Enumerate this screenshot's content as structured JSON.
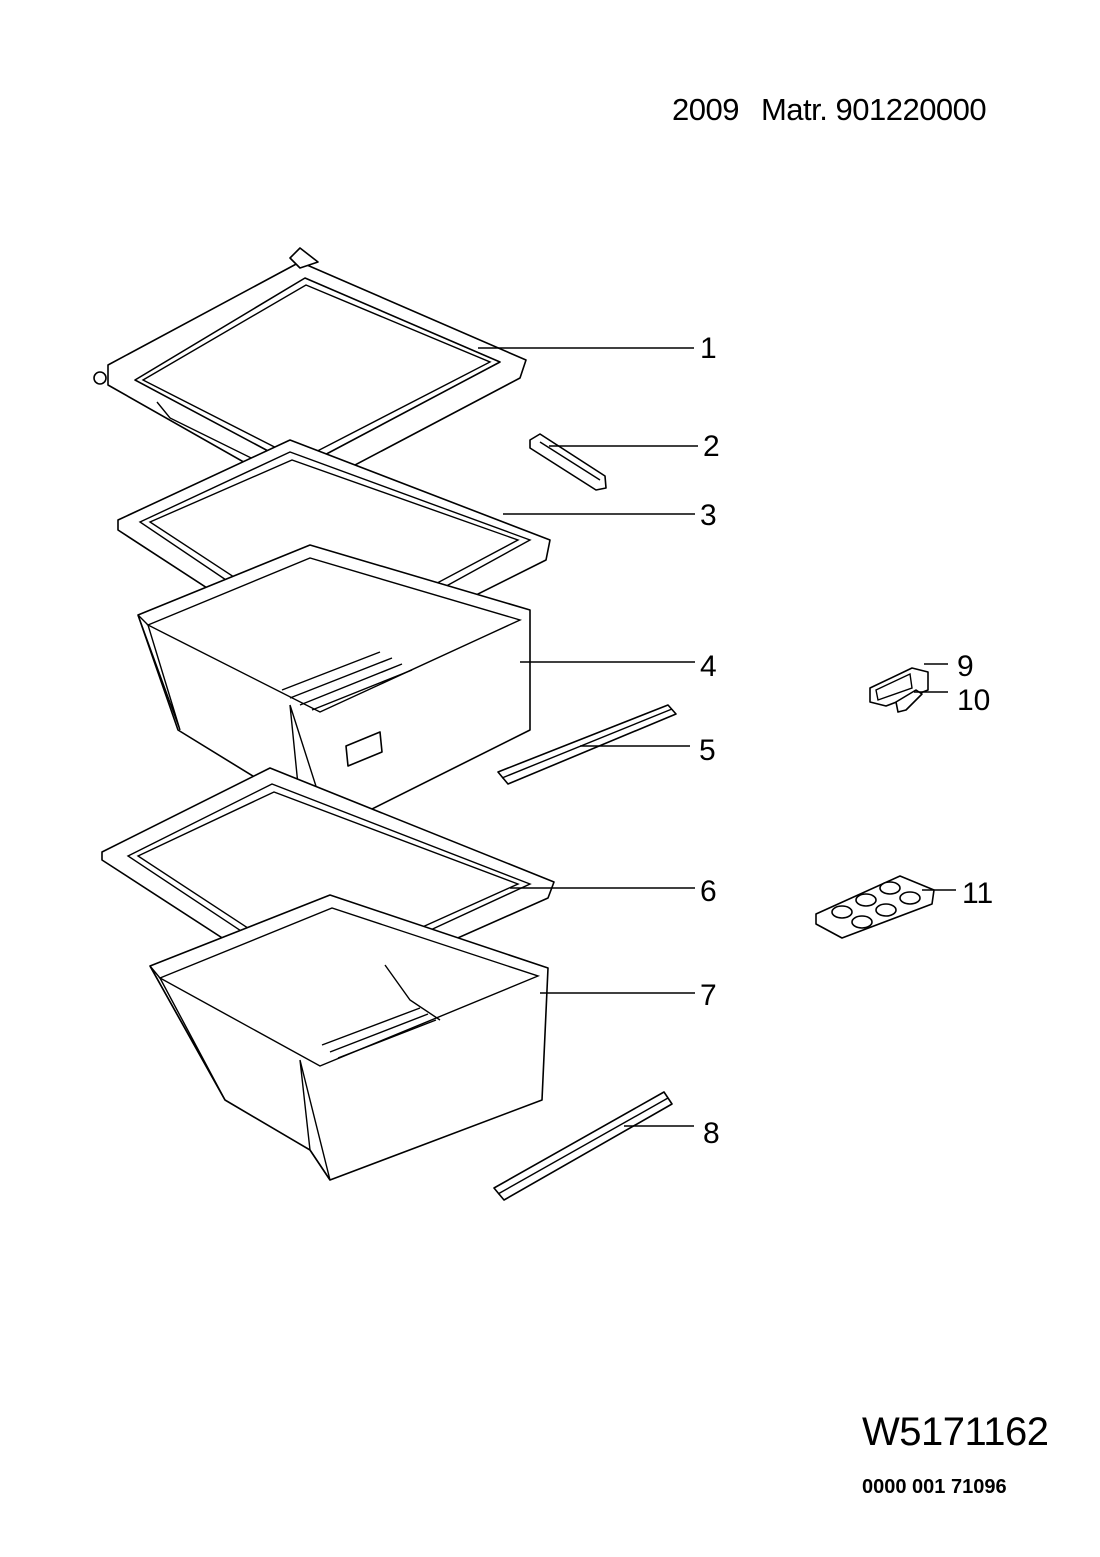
{
  "header": {
    "year": "2009",
    "material": "Matr. 901220000"
  },
  "footer": {
    "code": "W5171162",
    "serial": "0000 001  71096"
  },
  "parts": [
    {
      "number": "1"
    },
    {
      "number": "2"
    },
    {
      "number": "3"
    },
    {
      "number": "4"
    },
    {
      "number": "5"
    },
    {
      "number": "6"
    },
    {
      "number": "7"
    },
    {
      "number": "8"
    },
    {
      "number": "9"
    },
    {
      "number": "10"
    },
    {
      "number": "11"
    }
  ]
}
